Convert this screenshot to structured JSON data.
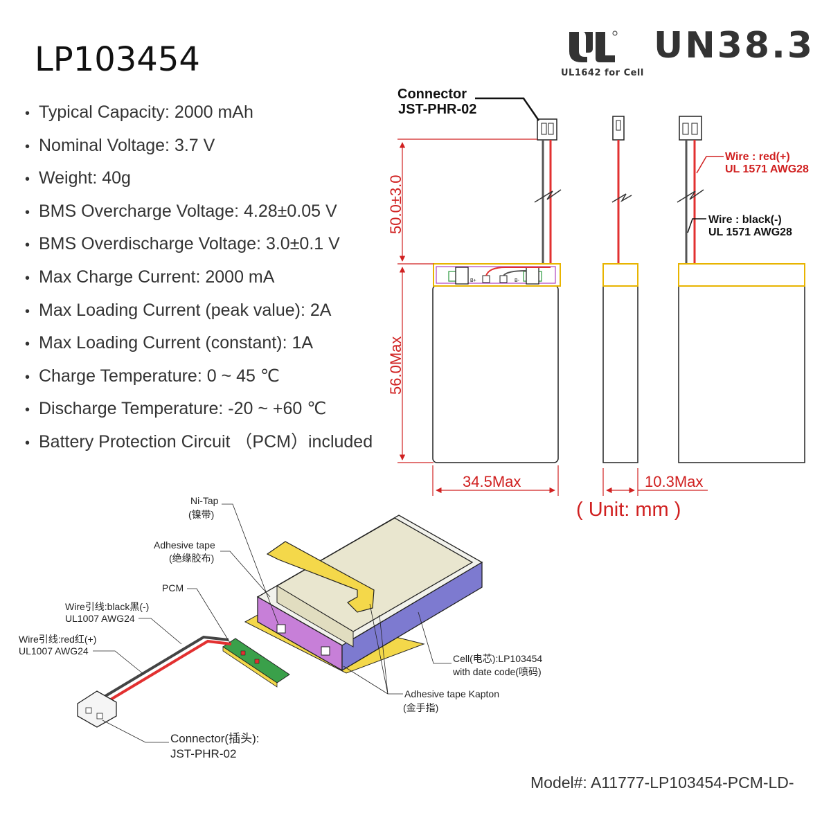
{
  "title": "LP103454",
  "specs": [
    "Typical Capacity: 2000 mAh",
    "Nominal Voltage: 3.7 V",
    "Weight: 40g",
    "BMS Overcharge Voltage: 4.28±0.05 V",
    "BMS Overdischarge Voltage: 3.0±0.1 V",
    "Max Charge Current: 2000 mA",
    "Max Loading Current (peak value): 2A",
    "Max Loading Current (constant): 1A",
    "Charge Temperature: 0 ~ 45 ℃",
    "Discharge Temperature: -20 ~ +60 ℃",
    "Battery Protection Circuit （PCM）included"
  ],
  "certs": {
    "ul_mark": "UL",
    "ul_sub": "UL1642 for Cell",
    "un": "UN38.3"
  },
  "drawing": {
    "connector_line1": "Connector",
    "connector_line2": "JST-PHR-02",
    "wire_length": "50.0±3.0",
    "height": "56.0Max",
    "width": "34.5Max",
    "thickness": "10.3Max",
    "wire_red_line1": "Wire : red(+)",
    "wire_red_line2": "UL 1571 AWG28",
    "wire_black_line1": "Wire : black(-)",
    "wire_black_line2": "UL 1571 AWG28",
    "pcm_b_plus": "B+",
    "pcm_b_minus": "B-",
    "unit": "( Unit: mm )"
  },
  "exploded": {
    "nitap_1": "Ni-Tap",
    "nitap_2": "(镍带)",
    "adhesive_1": "Adhesive tape",
    "adhesive_2": "(绝缘胶布)",
    "pcm": "PCM",
    "wire_black_1": "Wire引线:black黑(-)",
    "wire_black_2": "UL1007 AWG24",
    "wire_red_1": "Wire引线:red红(+)",
    "wire_red_2": "UL1007 AWG24",
    "cell_1": "Cell(电芯):LP103454",
    "cell_2": "with date code(喷码)",
    "kapton_1": "Adhesive tape Kapton",
    "kapton_2": "(金手指)",
    "connector_1": "Connector(插头):",
    "connector_2": "JST-PHR-02"
  },
  "model": "Model#: A11777-LP103454-PCM-LD-",
  "colors": {
    "dimension_red": "#d02020",
    "wire_red": "#e23030",
    "pcm_yellow": "#e8b400",
    "cell_side_blue": "#7d7ad0",
    "tape_yellow": "#f4d84a",
    "kapton_purple": "#b34fc4"
  }
}
